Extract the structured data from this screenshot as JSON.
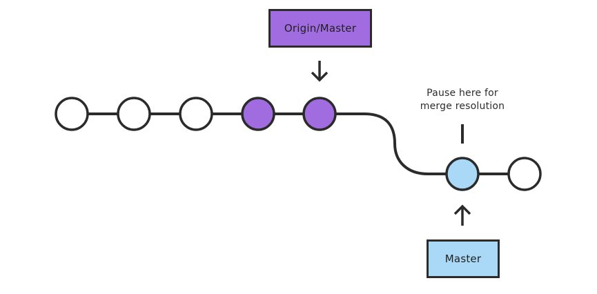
{
  "origin_label": "Origin/Master",
  "master_label": "Master",
  "pause_note": {
    "line1": "Pause here for",
    "line2": "merge resolution"
  },
  "colors": {
    "stroke": "#2b2b2b",
    "commit_empty": "#ffffff",
    "commit_origin": "#a06ce0",
    "commit_master": "#a9d9f7",
    "origin_box": "#a06ce0",
    "master_box": "#a9d9f7"
  },
  "commits": [
    {
      "id": "c1",
      "state": "empty"
    },
    {
      "id": "c2",
      "state": "empty"
    },
    {
      "id": "c3",
      "state": "empty"
    },
    {
      "id": "c4",
      "state": "origin"
    },
    {
      "id": "c5",
      "state": "origin"
    },
    {
      "id": "c6",
      "state": "master"
    },
    {
      "id": "c7",
      "state": "empty"
    }
  ]
}
